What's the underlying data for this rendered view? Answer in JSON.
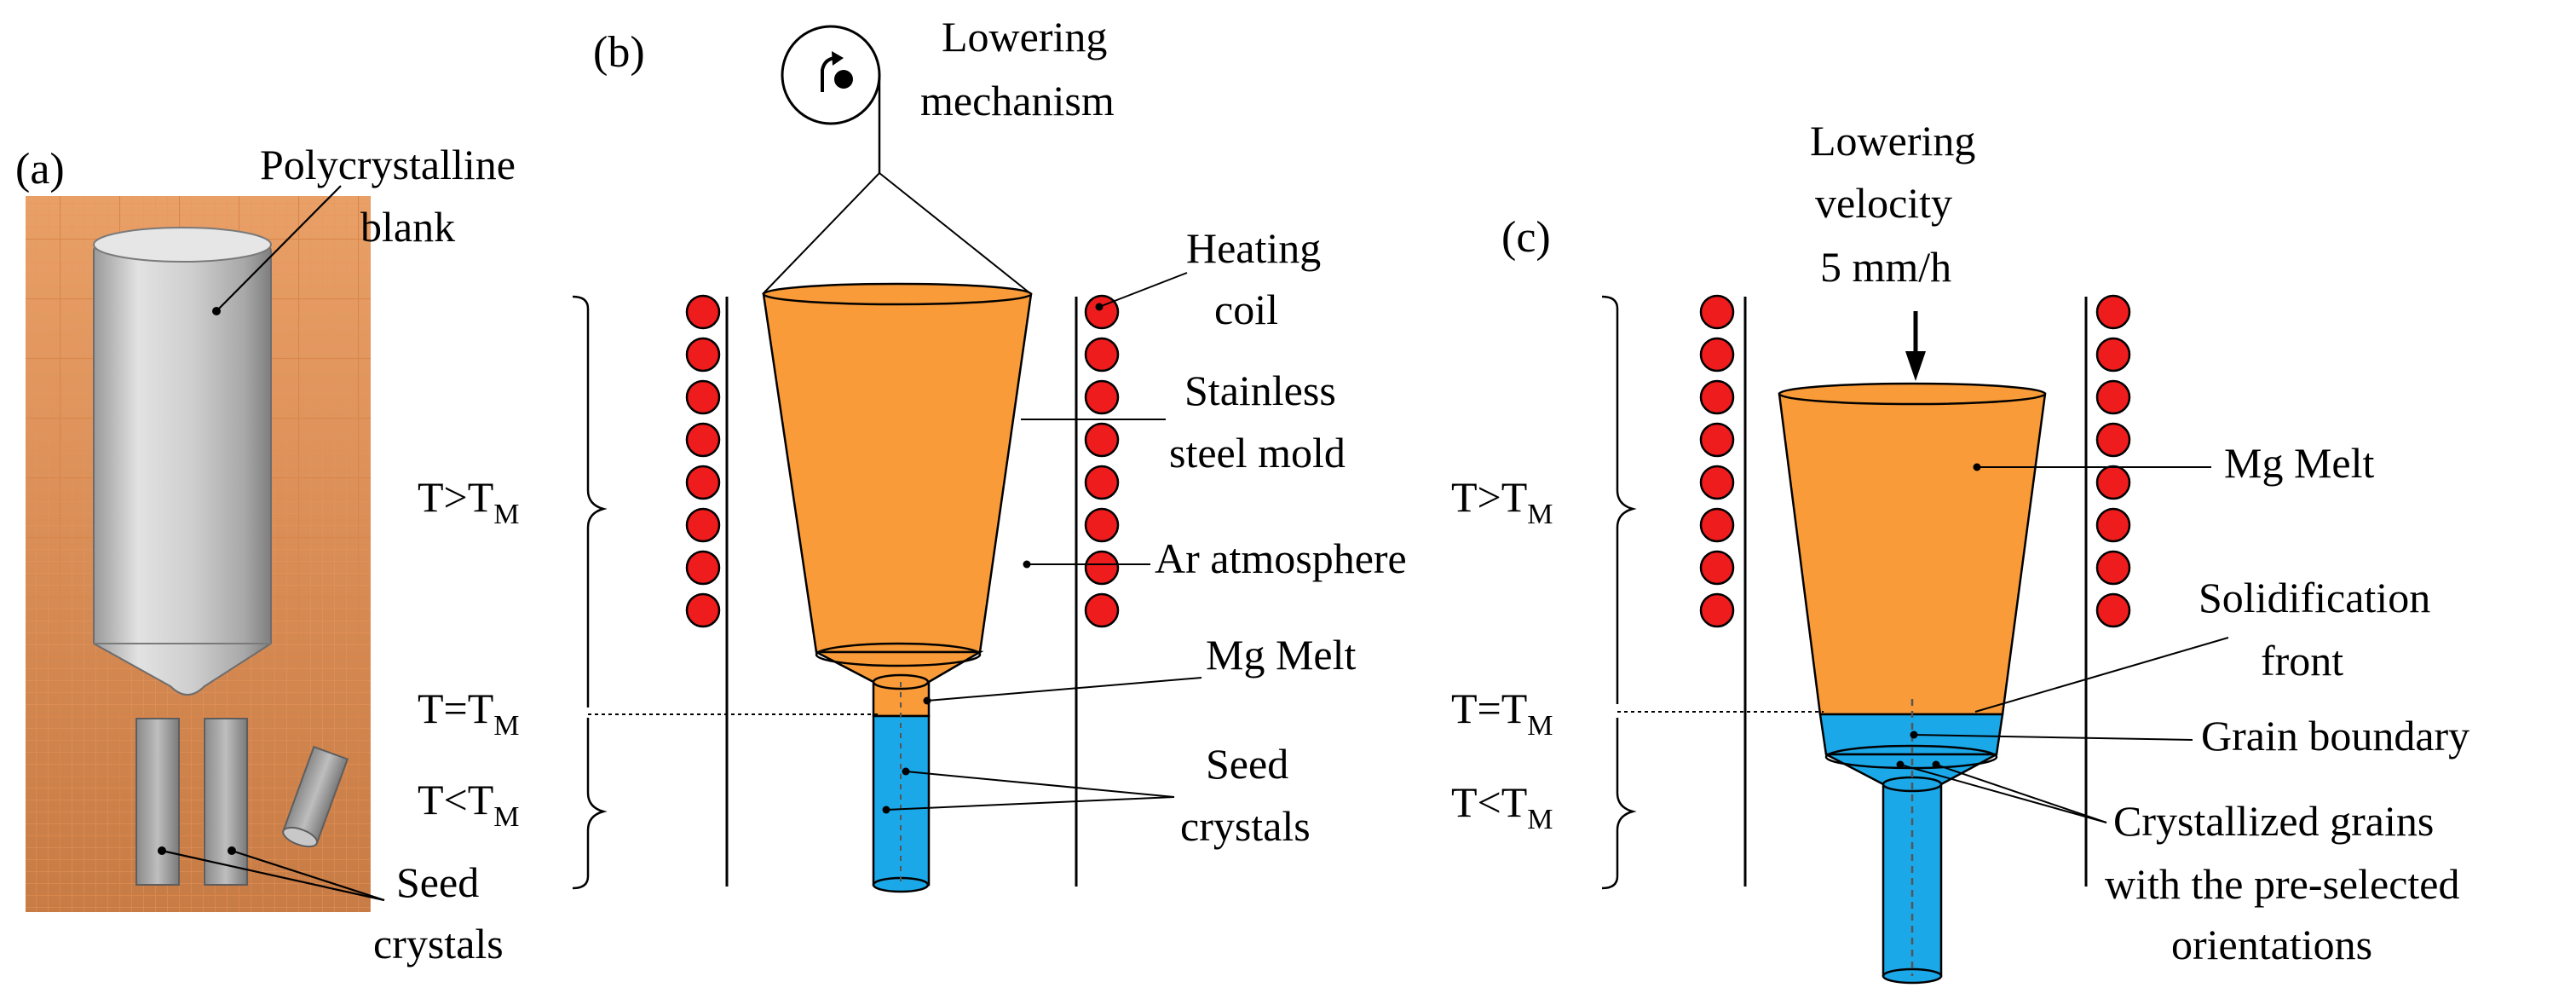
{
  "panels": {
    "a": {
      "label": "(a)",
      "blank_label_line1": "Polycrystalline",
      "blank_label_line2": "blank",
      "seed_label_line1": "Seed",
      "seed_label_line2": "crystals"
    },
    "b": {
      "label": "(b)",
      "lowering_mechanism_line1": "Lowering",
      "lowering_mechanism_line2": "mechanism",
      "heating_coil_line1": "Heating",
      "heating_coil_line2": "coil",
      "mold_line1": "Stainless",
      "mold_line2": "steel mold",
      "atmosphere": "Ar atmosphere",
      "melt": "Mg Melt",
      "seed_line1": "Seed",
      "seed_line2": "crystals",
      "t_above": "T>T",
      "t_equal": "T=T",
      "t_below": "T<T",
      "t_sub": "M"
    },
    "c": {
      "label": "(c)",
      "velocity_line1": "Lowering",
      "velocity_line2": "velocity",
      "velocity_line3": "5 mm/h",
      "melt": "Mg Melt",
      "front_line1": "Solidification",
      "front_line2": "front",
      "grain_boundary": "Grain boundary",
      "grains_line1": "Crystallized grains",
      "grains_line2": "with the pre-selected",
      "grains_line3": "orientations",
      "t_above": "T>T",
      "t_equal": "T=T",
      "t_below": "T<T",
      "t_sub": "M"
    }
  },
  "colors": {
    "melt": "#F99B38",
    "seed": "#1BA8E8",
    "coil": "#EE1C1C",
    "photo_bg": "#F0A96D",
    "photo_grid": "#E38E55",
    "metal_light": "#D6D6D6",
    "metal_dark": "#8E8E8E"
  }
}
